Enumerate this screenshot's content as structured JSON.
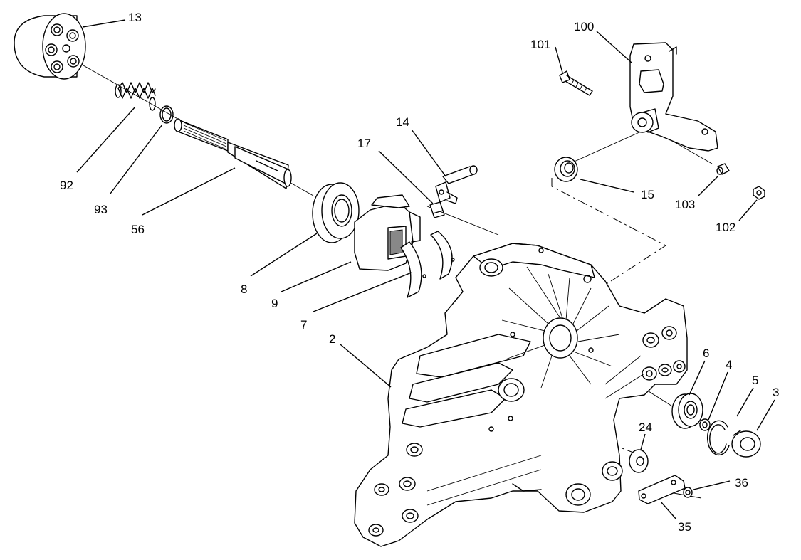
{
  "callouts": {
    "c13": "13",
    "c92": "92",
    "c93": "93",
    "c56": "56",
    "c8": "8",
    "c9": "9",
    "c7": "7",
    "c17": "17",
    "c14": "14",
    "c2": "2",
    "c100": "100",
    "c101": "101",
    "c15": "15",
    "c103": "103",
    "c102": "102",
    "c6": "6",
    "c4": "4",
    "c5": "5",
    "c3": "3",
    "c24": "24",
    "c36": "36",
    "c35": "35"
  }
}
